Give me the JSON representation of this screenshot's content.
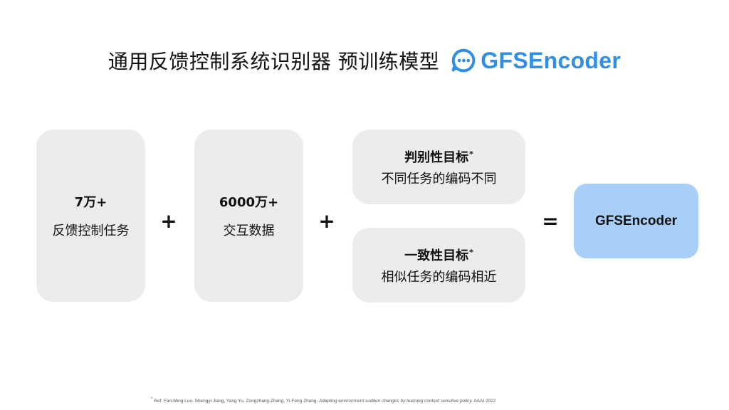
{
  "title": {
    "text": "通用反馈控制系统识别器 预训练模型",
    "brand": "GFSEncoder"
  },
  "inputs": [
    {
      "strong": "7万+",
      "normal": "反馈控制任务"
    },
    {
      "strong": "6000万+",
      "normal": "交互数据"
    }
  ],
  "objectives": [
    {
      "strong": "判别性目标",
      "star": "*",
      "normal": "不同任务的编码不同"
    },
    {
      "strong": "一致性目标",
      "star": "*",
      "normal": "相似任务的编码相近"
    }
  ],
  "operators": {
    "plus": "+",
    "equals": "="
  },
  "result": "GFSEncoder",
  "footnote": {
    "star": "*",
    "authors": " Ref: Fan-Ming Luo, Shengyi Jiang, Yang Yu, Zongzhang Zhang, Yi-Feng Zhang.",
    "paper_title": " Adapting environment sudden changes by learning context sensitive policy.",
    "venue": " AAAI 2022"
  },
  "colors": {
    "brand": "#2f8fe6",
    "card": "#ececec",
    "result": "#a7cff7"
  }
}
